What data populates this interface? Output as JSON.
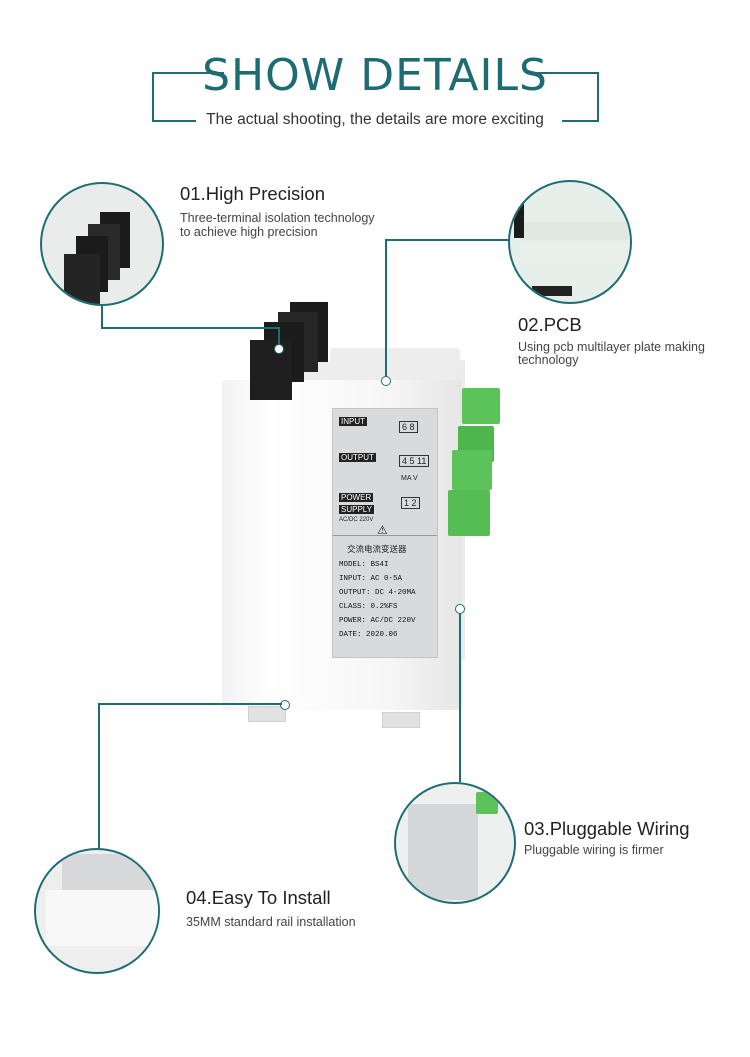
{
  "header": {
    "title": "SHOW DETAILS",
    "subtitle": "The actual shooting, the details are more exciting"
  },
  "features": [
    {
      "title": "01.High Precision",
      "desc1": "Three-terminal isolation technology",
      "desc2": "to achieve high precision"
    },
    {
      "title": "02.PCB",
      "desc1": "Using pcb multilayer plate making",
      "desc2": "technology"
    },
    {
      "title": "03.Pluggable Wiring",
      "desc1": "Pluggable wiring is firmer"
    },
    {
      "title": "04.Easy To Install",
      "desc1": "35MM standard rail installation"
    }
  ],
  "device_label": {
    "input_tag": "INPUT",
    "output_tag": "OUTPUT",
    "power_tag1": "POWER",
    "power_tag2": "SUPPLY",
    "power_sub": "AC/DC 220V",
    "term_input": "6 8",
    "term_output": "4 5 11",
    "term_output_sub": "MA  V",
    "term_power": "1 2",
    "chinese_name": "交流电流变送器",
    "model": "MODEL: BS4I",
    "input": "INPUT: AC  0-5A",
    "output": "OUTPUT:  DC 4-20MA",
    "class": "CLASS:   0.2%FS",
    "power": "POWER: AC/DC 220V",
    "date": "DATE:   2020.06"
  },
  "colors": {
    "accent": "#1f6d74",
    "terminal_green": "#5cc25a"
  }
}
